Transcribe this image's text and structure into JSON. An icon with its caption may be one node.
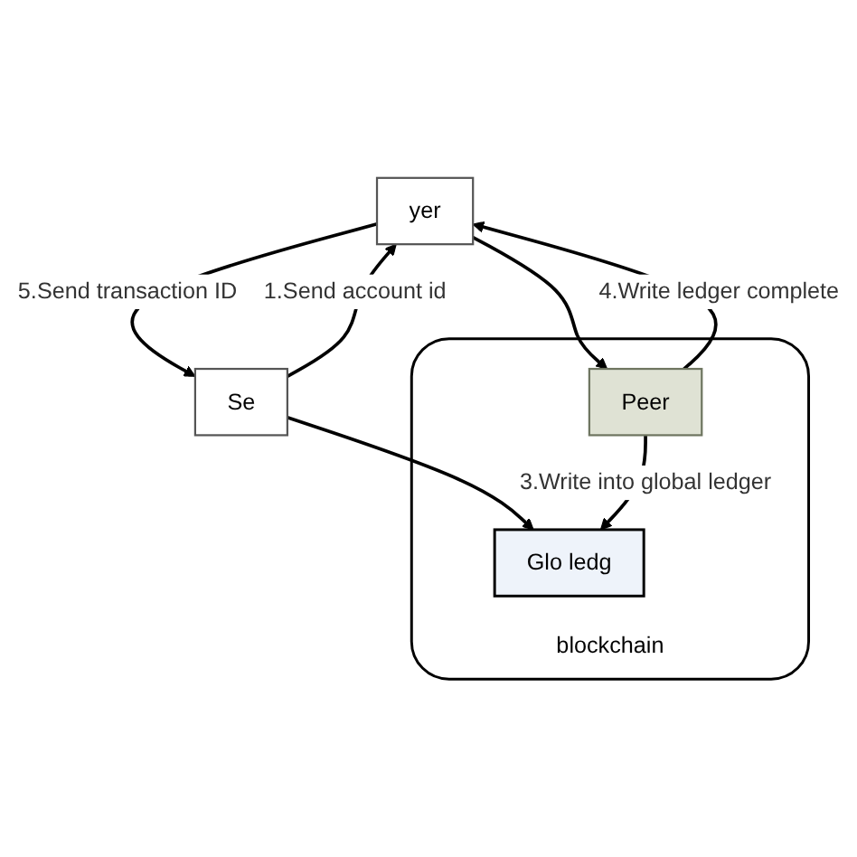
{
  "diagram": {
    "nodes": [
      {
        "text": [
          "yer"
        ]
      },
      {
        "text": [
          "Se"
        ]
      },
      {
        "text": [
          "blockchain"
        ]
      },
      {
        "text": [
          "Peer"
        ],
        "in": 2
      },
      {
        "text": [
          "Glo ledg"
        ],
        "in": 2
      }
    ],
    "edges": [
      {
        "from": 1,
        "to": 0,
        "arrow": "to",
        "label": "1.Send account id"
      },
      {
        "from": 0,
        "to": 1,
        "arrow": "to",
        "label": "5.Send transaction ID"
      },
      {
        "from": 0,
        "to": 3,
        "arrow": "to"
      },
      {
        "from": 3,
        "to": 0,
        "arrow": "to",
        "label": "4.Write ledger complete"
      },
      {
        "from": 1,
        "to": 4,
        "arrow": "to"
      },
      {
        "from": 3,
        "to": 4,
        "arrow": "to",
        "label": "3.Write into global ledger"
      }
    ]
  }
}
